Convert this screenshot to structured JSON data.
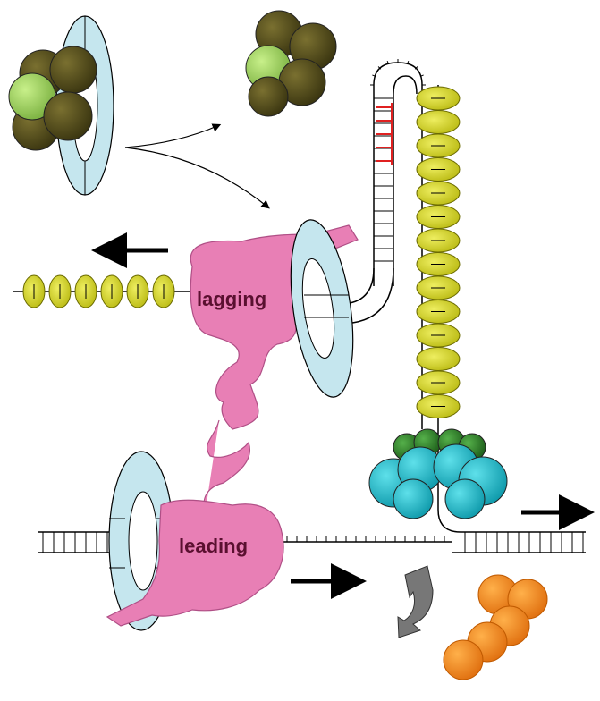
{
  "labels": {
    "lagging": "lagging",
    "leading": "leading"
  },
  "colors": {
    "polymerase": "#e87fb5",
    "clamp": "#c5e6ee",
    "clamp_loader_dark": "#4a4416",
    "clamp_loader_light": "#9ccf63",
    "ssb": "#d6d62a",
    "helicase": "#1bb8c9",
    "primase_green": "#2f8a2a",
    "released_orange": "#f08c1e",
    "primer_red": "#e02020",
    "turn_arrow_grey": "#777777"
  },
  "icons": {
    "arrow_lagging": "left-arrow",
    "arrow_leading": "right-arrow",
    "arrow_fork": "right-arrow",
    "arrow_release": "curved-arrow"
  }
}
